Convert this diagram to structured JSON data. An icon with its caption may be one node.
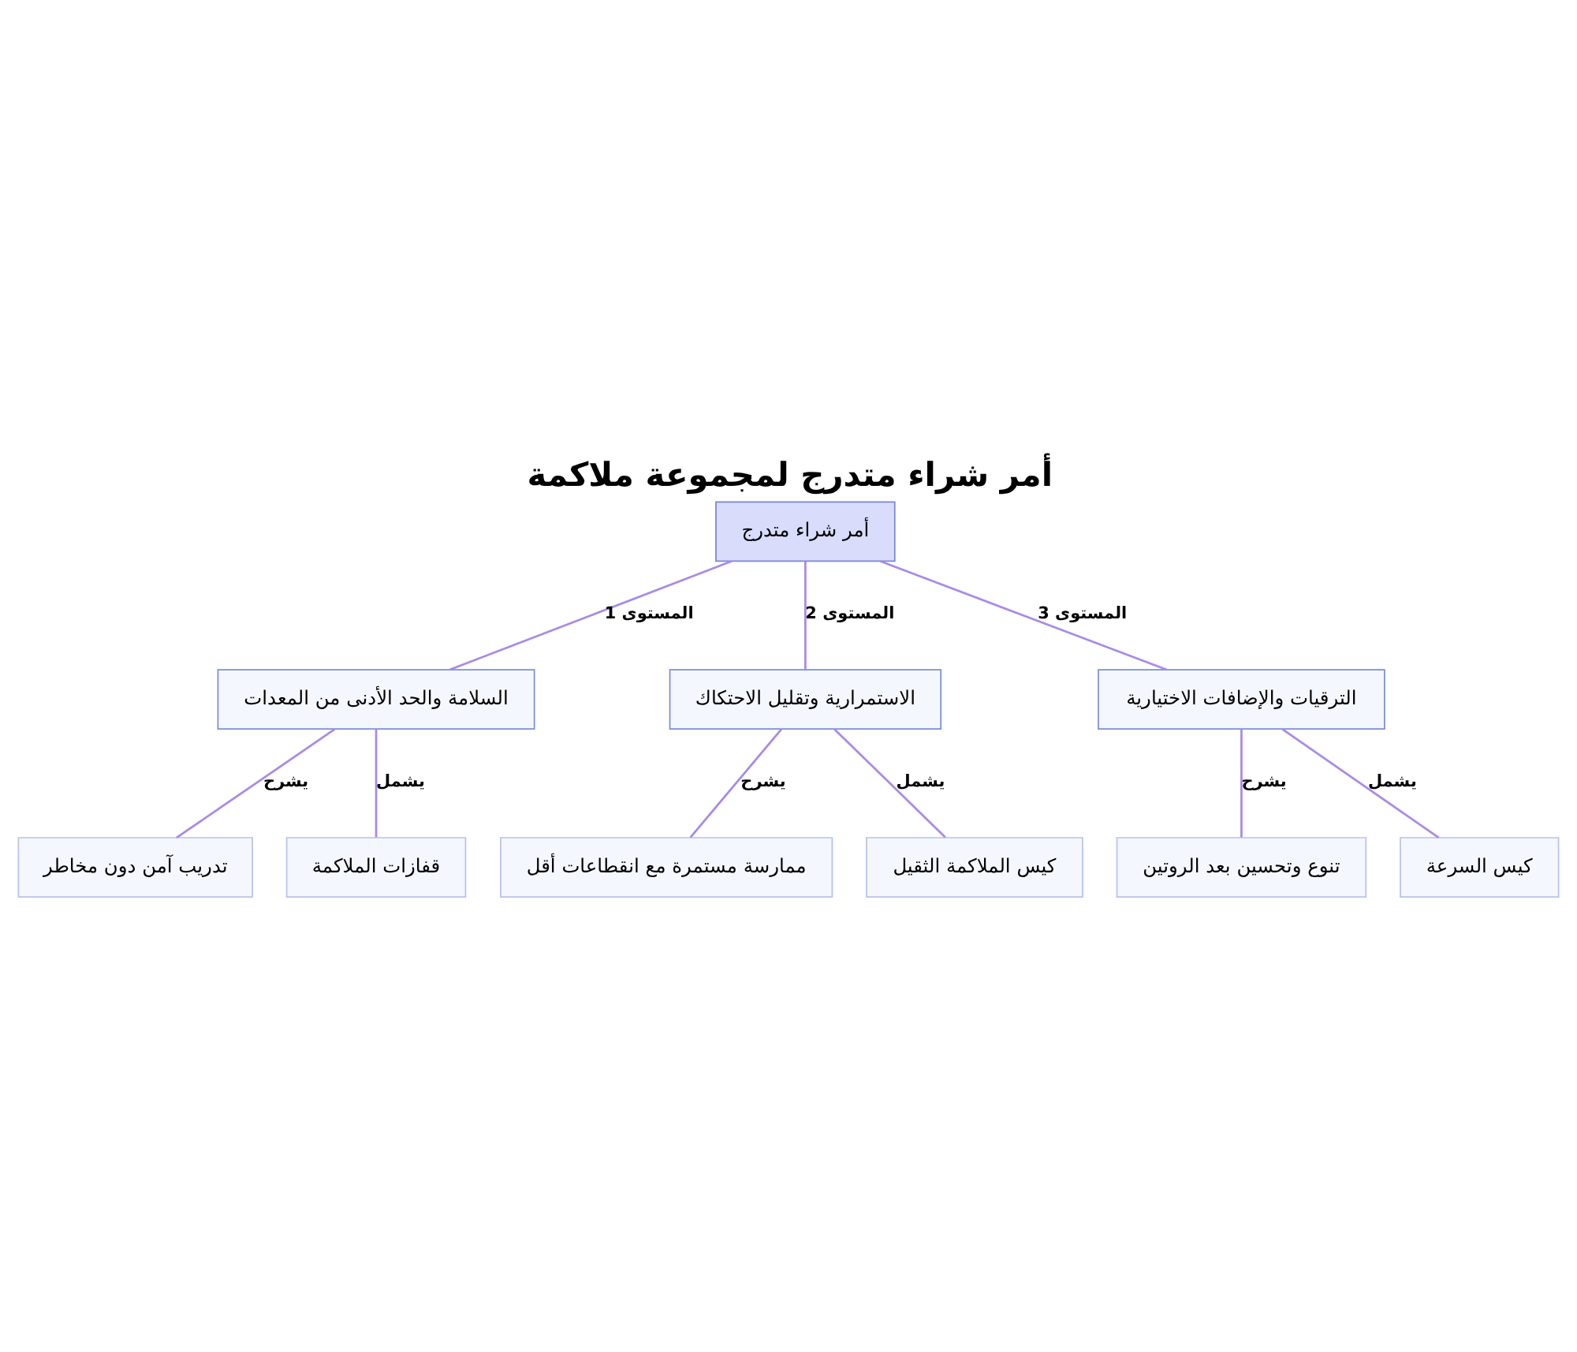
{
  "diagram": {
    "title": "أمر شراء متدرج لمجموعة ملاكمة",
    "nodes": [
      {
        "text": [
          "أمر شراء متدرج"
        ]
      },
      {
        "text": [
          "السلامة والحد الأدنى من المعدات"
        ]
      },
      {
        "text": [
          "الاستمرارية وتقليل الاحتكاك"
        ]
      },
      {
        "text": [
          "الترقيات والإضافات الاختيارية"
        ]
      },
      {
        "text": [
          "تدريب آمن دون مخاطر"
        ]
      },
      {
        "text": [
          "قفازات الملاكمة"
        ]
      },
      {
        "text": [
          "ممارسة مستمرة مع انقطاعات أقل"
        ]
      },
      {
        "text": [
          "كيس الملاكمة الثقيل"
        ]
      },
      {
        "text": [
          "تنوع وتحسين بعد الروتين"
        ]
      },
      {
        "text": [
          "كيس السرعة"
        ]
      }
    ],
    "edges": [
      {
        "from": 0,
        "to": 1,
        "arrow": "none",
        "label": "المستوى 1"
      },
      {
        "from": 0,
        "to": 2,
        "arrow": "none",
        "label": "المستوى 2"
      },
      {
        "from": 0,
        "to": 3,
        "arrow": "none",
        "label": "المستوى 3"
      },
      {
        "from": 1,
        "to": 4,
        "arrow": "none",
        "label": "يشرح"
      },
      {
        "from": 1,
        "to": 5,
        "arrow": "none",
        "label": "يشمل"
      },
      {
        "from": 2,
        "to": 6,
        "arrow": "none",
        "label": "يشرح"
      },
      {
        "from": 2,
        "to": 7,
        "arrow": "none",
        "label": "يشمل"
      },
      {
        "from": 3,
        "to": 8,
        "arrow": "none",
        "label": "يشرح"
      },
      {
        "from": 3,
        "to": 9,
        "arrow": "none",
        "label": "يشمل"
      }
    ]
  }
}
